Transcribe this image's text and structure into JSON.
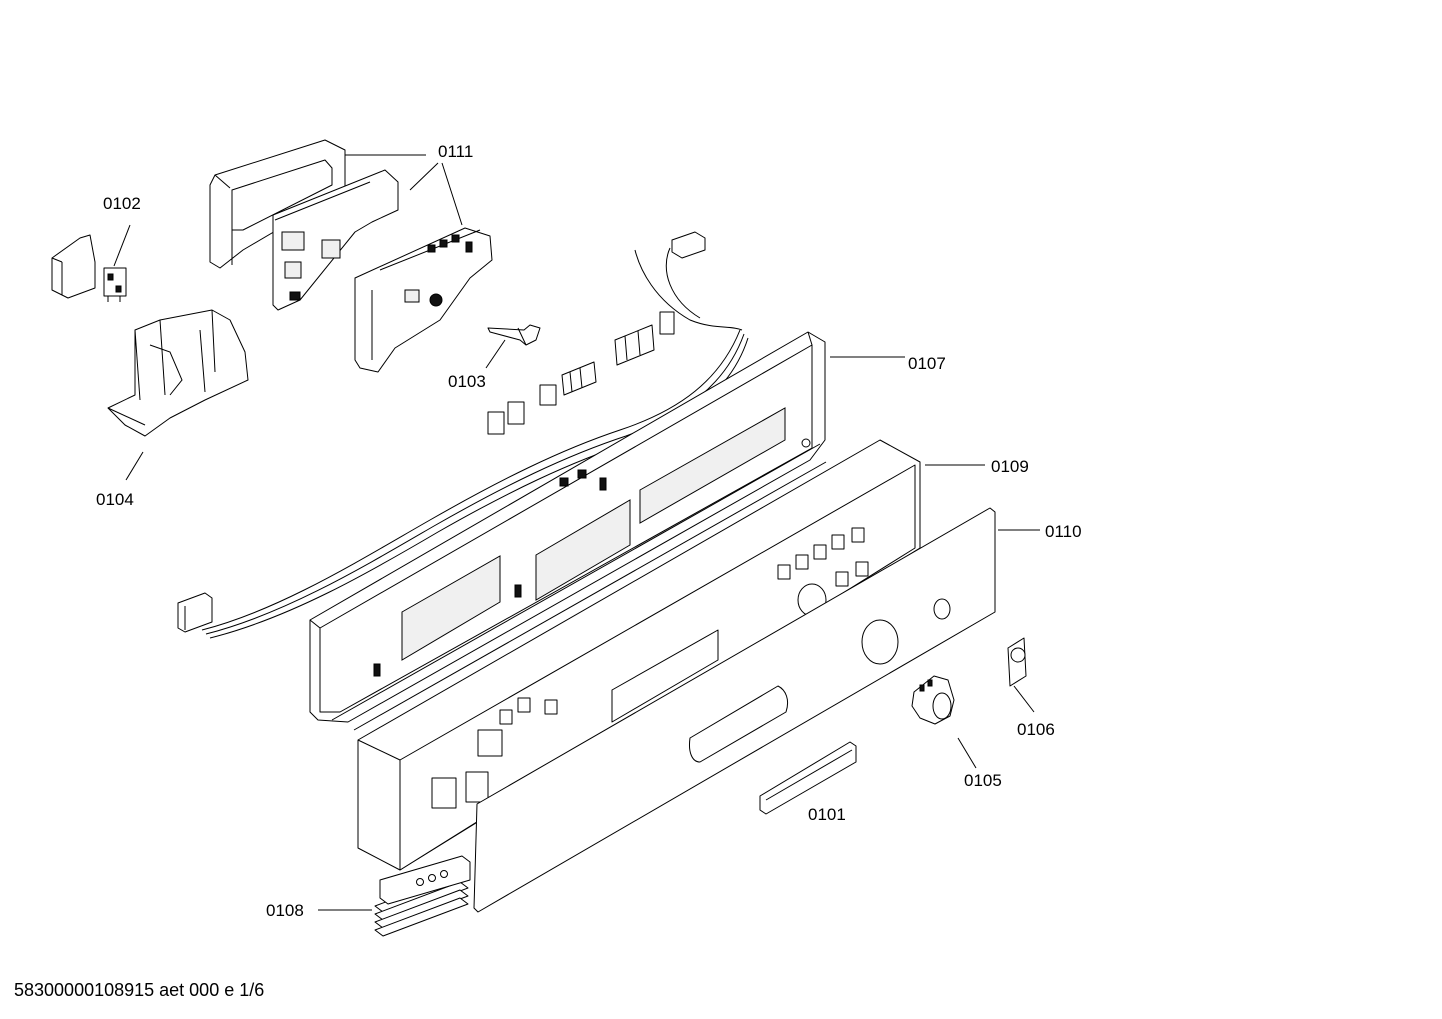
{
  "document_id": "58300000108915 aet 000 e 1/6",
  "parts": [
    {
      "id": "p0101",
      "label": "0101"
    },
    {
      "id": "p0102",
      "label": "0102"
    },
    {
      "id": "p0103",
      "label": "0103"
    },
    {
      "id": "p0104",
      "label": "0104"
    },
    {
      "id": "p0105",
      "label": "0105"
    },
    {
      "id": "p0106",
      "label": "0106"
    },
    {
      "id": "p0107",
      "label": "0107"
    },
    {
      "id": "p0108",
      "label": "0108"
    },
    {
      "id": "p0109",
      "label": "0109"
    },
    {
      "id": "p0110",
      "label": "0110"
    },
    {
      "id": "p0111",
      "label": "0111"
    }
  ]
}
